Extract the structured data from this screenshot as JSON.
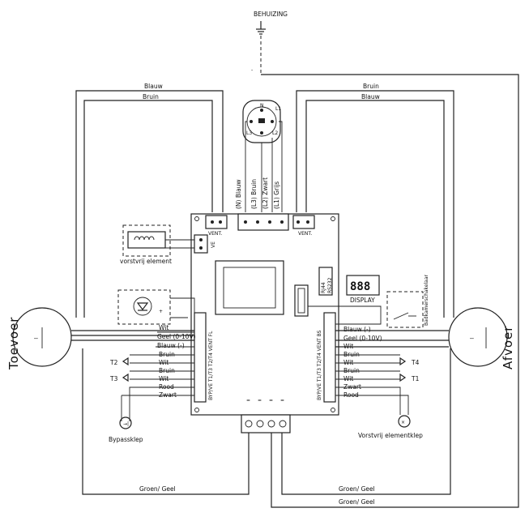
{
  "housing": {
    "label": "BEHUIZING"
  },
  "top_wires": {
    "left_blue": "Blauw",
    "left_brown": "Bruin",
    "right_brown": "Bruin",
    "right_blue": "Blauw"
  },
  "mains": {
    "n_blue": "(N) Blauw",
    "l3_brown": "(L3) Bruin",
    "l2_black": "(L2) Zwart",
    "l1_grey": "(L1) Grijs",
    "plug_pins": [
      "N",
      "L1",
      "L2",
      "L3"
    ]
  },
  "board": {
    "vent_left": "VENT.",
    "vent_right": "VENT.",
    "rj44": "RJ44",
    "rs232": "RS232",
    "display_digits": "888",
    "display_label": "DISPLAY",
    "heater_conn": "VE",
    "left_block_label": "BYP/VE T1/T3  T2/T4  VENT  FL",
    "right_block_label": "BYP/VE T1/T3  T2/T4  VENT  BS",
    "bottom_pin_labels": [
      "=",
      "=",
      "=",
      "="
    ]
  },
  "left_motor": {
    "label": "Toevoer",
    "wires": [
      "Wit",
      "Geel (0-10V)",
      "Blauw (-)",
      "Bruin",
      "Wit",
      "Bruin",
      "Wit",
      "Rood",
      "Zwart"
    ],
    "sensor_t2": "T2",
    "sensor_t3": "T3",
    "bypass_valve": "Bypassklep"
  },
  "right_motor": {
    "label": "Afvoer",
    "wires": [
      "Blauw (-)",
      "Geel (0-10V)",
      "Wit",
      "Bruin",
      "Wit",
      "Bruin",
      "Wit",
      "Zwart",
      "Rood"
    ],
    "sensor_t4": "T4",
    "sensor_t1": "T1",
    "bathroom_switch": "Badkamerschakelaar",
    "frost_valve": "Vorstvrij elementklep"
  },
  "heater": {
    "label": "vorstvrij element"
  },
  "ground": {
    "left": "Groen/ Geel",
    "mid": "Groen/ Geel",
    "bottom": "Groen/ Geel"
  },
  "colors": {
    "line": "#222222",
    "background": "#ffffff"
  }
}
